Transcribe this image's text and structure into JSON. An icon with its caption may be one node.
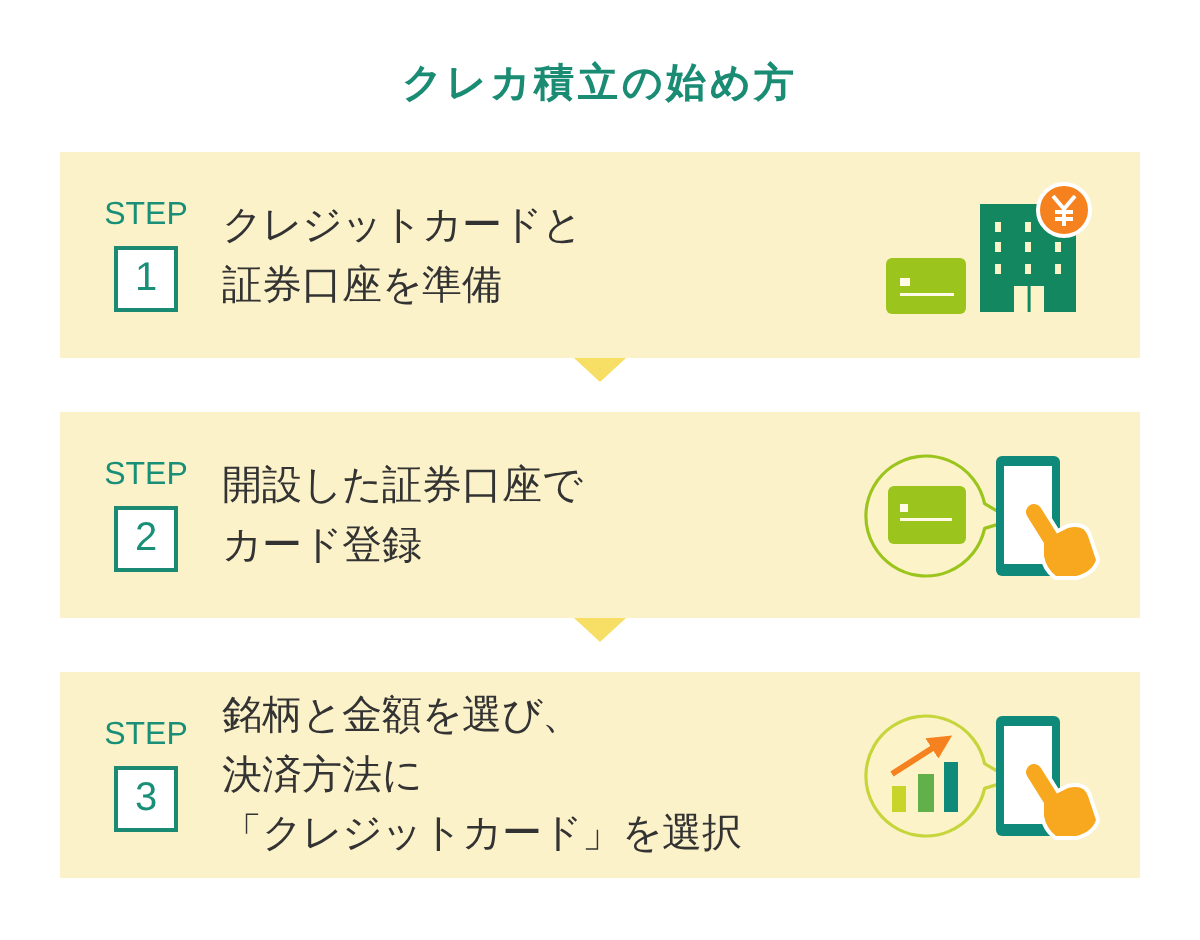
{
  "diagram": {
    "title": "クレカ積立の始め方",
    "nodes": [
      {
        "text": [
          "STEP",
          "1",
          "クレジットカードと証券口座を準備"
        ]
      },
      {
        "text": [
          "STEP",
          "2",
          "開設した証券口座でカード登録"
        ]
      },
      {
        "text": [
          "STEP",
          "3",
          "銘柄と金額を選び、決済方法に「クレジットカード」を選択"
        ]
      }
    ],
    "edges": [
      {
        "from": 0,
        "to": 1,
        "arrow": "to"
      },
      {
        "from": 1,
        "to": 2,
        "arrow": "to"
      }
    ]
  }
}
